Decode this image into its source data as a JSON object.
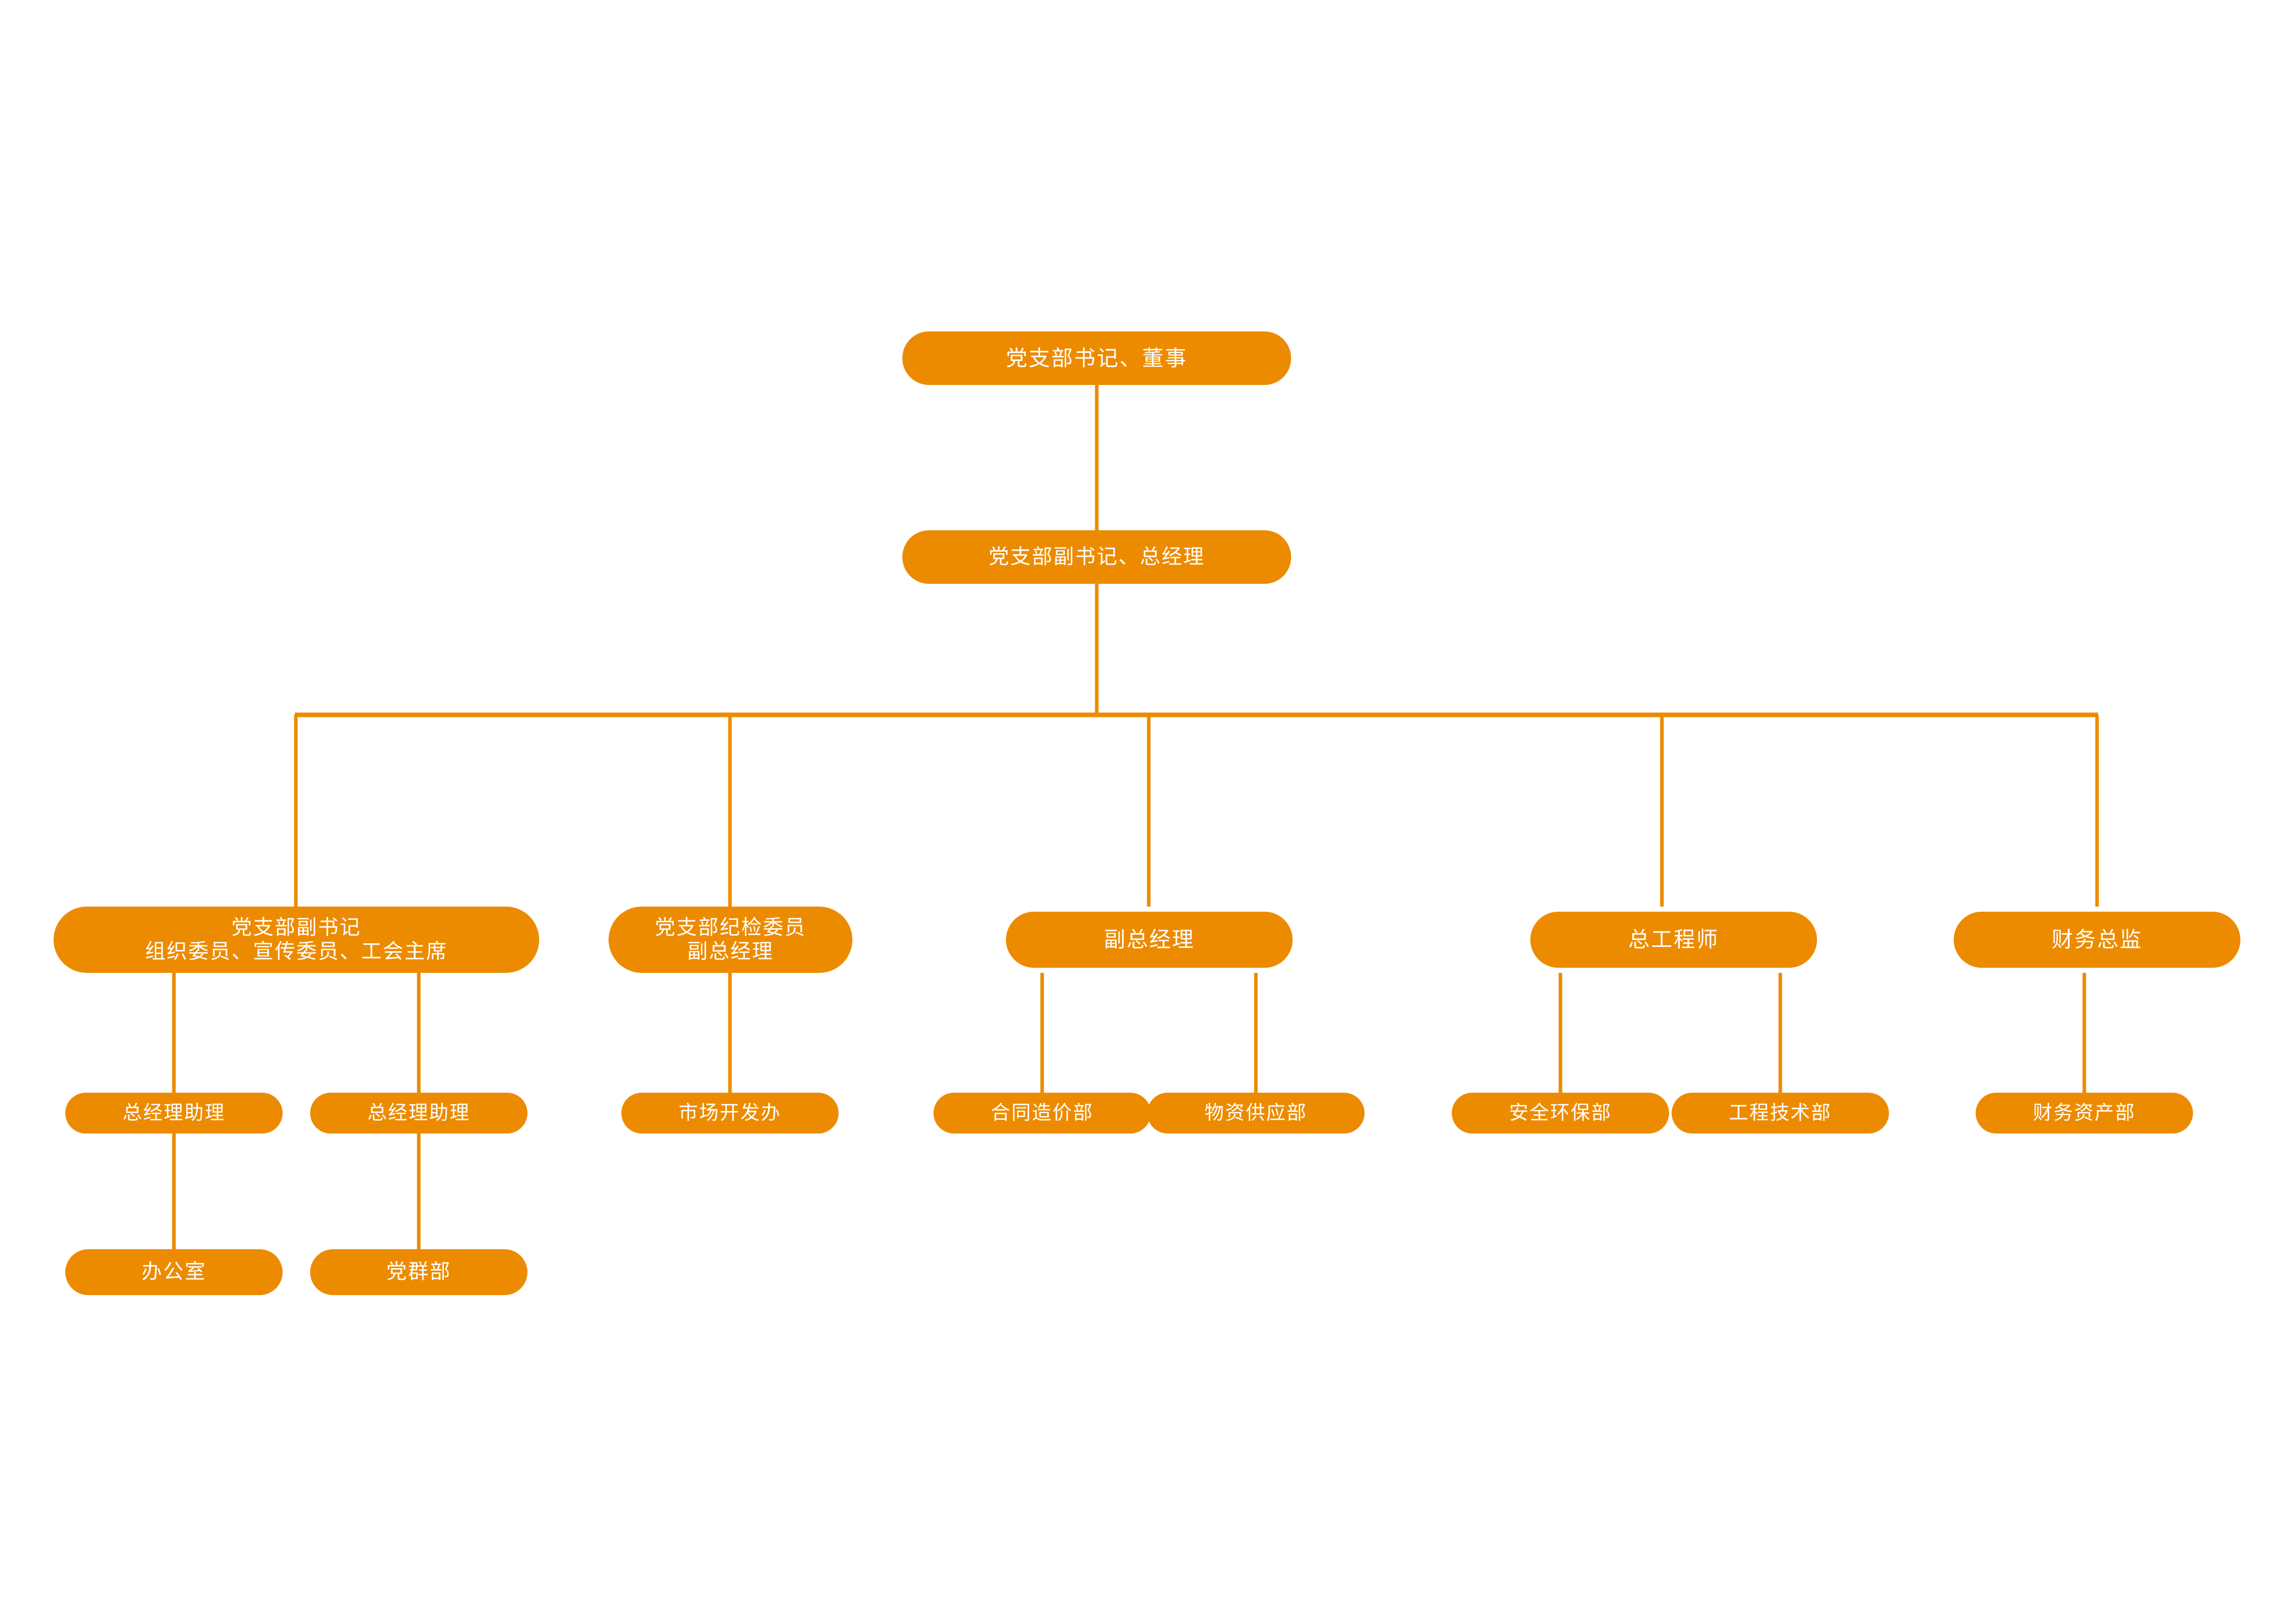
{
  "diagram": {
    "type": "organizational-chart",
    "title": "",
    "orientation": "top-down",
    "colors": {
      "node_fill": "#ED8B00",
      "node_text": "#FFFFFF",
      "connector": "#ED8B00",
      "background": "#FFFFFF"
    }
  },
  "nodes": {
    "n1": {
      "id": "n1",
      "level": 1,
      "lines": [
        "党支部书记、董事"
      ]
    },
    "n2": {
      "id": "n2",
      "level": 2,
      "lines": [
        "党支部副书记、总经理"
      ]
    },
    "n3": {
      "id": "n3",
      "level": 3,
      "lines": [
        "党支部副书记",
        "组织委员、宣传委员、工会主席"
      ]
    },
    "n4": {
      "id": "n4",
      "level": 3,
      "lines": [
        "党支部纪检委员",
        "副总经理"
      ]
    },
    "n5": {
      "id": "n5",
      "level": 3,
      "lines": [
        "副总经理"
      ]
    },
    "n6": {
      "id": "n6",
      "level": 3,
      "lines": [
        "总工程师"
      ]
    },
    "n7": {
      "id": "n7",
      "level": 3,
      "lines": [
        "财务总监"
      ]
    },
    "n8": {
      "id": "n8",
      "level": 4,
      "lines": [
        "总经理助理"
      ]
    },
    "n9": {
      "id": "n9",
      "level": 4,
      "lines": [
        "总经理助理"
      ]
    },
    "n10": {
      "id": "n10",
      "level": 4,
      "lines": [
        "市场开发办"
      ]
    },
    "n11": {
      "id": "n11",
      "level": 4,
      "lines": [
        "合同造价部"
      ]
    },
    "n12": {
      "id": "n12",
      "level": 4,
      "lines": [
        "物资供应部"
      ]
    },
    "n13": {
      "id": "n13",
      "level": 4,
      "lines": [
        "安全环保部"
      ]
    },
    "n14": {
      "id": "n14",
      "level": 4,
      "lines": [
        "工程技术部"
      ]
    },
    "n15": {
      "id": "n15",
      "level": 4,
      "lines": [
        "财务资产部"
      ]
    },
    "n16": {
      "id": "n16",
      "level": 5,
      "lines": [
        "办公室"
      ]
    },
    "n17": {
      "id": "n17",
      "level": 5,
      "lines": [
        "党群部"
      ]
    }
  },
  "edges": [
    {
      "from": "n1",
      "to": "n2"
    },
    {
      "from": "n2",
      "to": "n3"
    },
    {
      "from": "n2",
      "to": "n4"
    },
    {
      "from": "n2",
      "to": "n5"
    },
    {
      "from": "n2",
      "to": "n6"
    },
    {
      "from": "n2",
      "to": "n7"
    },
    {
      "from": "n3",
      "to": "n8"
    },
    {
      "from": "n3",
      "to": "n9"
    },
    {
      "from": "n4",
      "to": "n10"
    },
    {
      "from": "n5",
      "to": "n11"
    },
    {
      "from": "n5",
      "to": "n12"
    },
    {
      "from": "n6",
      "to": "n13"
    },
    {
      "from": "n6",
      "to": "n14"
    },
    {
      "from": "n7",
      "to": "n15"
    },
    {
      "from": "n8",
      "to": "n16"
    },
    {
      "from": "n9",
      "to": "n17"
    }
  ]
}
